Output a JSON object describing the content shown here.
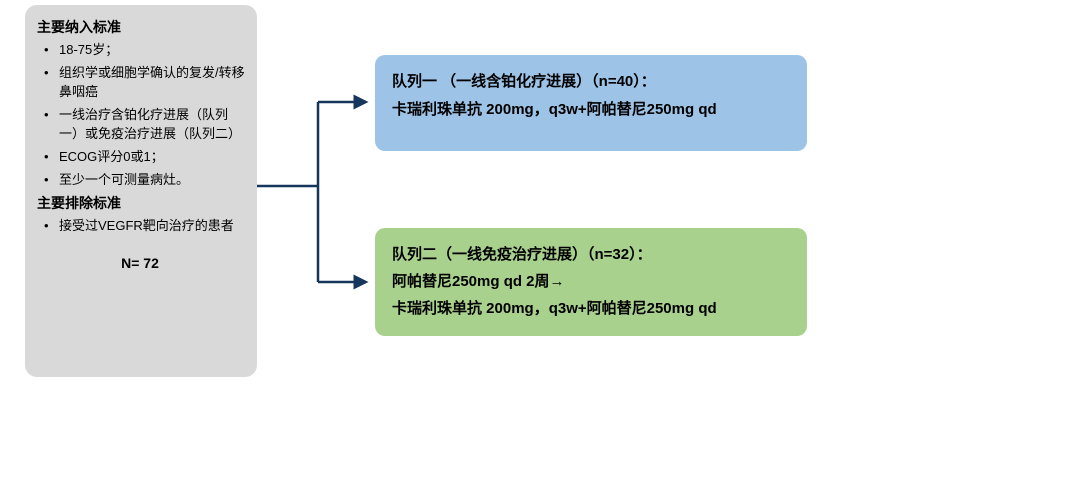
{
  "diagram": {
    "criteria": {
      "inclusion_header": "主要纳入标准",
      "inclusion_items": [
        "18-75岁；",
        "组织学或细胞学确认的复发/转移鼻咽癌",
        "一线治疗含铂化疗进展（队列一）或免疫治疗进展（队列二）",
        "ECOG评分0或1；",
        "至少一个可测量病灶。"
      ],
      "exclusion_header": "主要排除标准",
      "exclusion_items": [
        "接受过VEGFR靶向治疗的患者"
      ],
      "sample_size": "N= 72"
    },
    "cohort1": {
      "title": "队列一 （一线含铂化疗进展）（n=40）：",
      "regimen": "卡瑞利珠单抗 200mg，q3w+阿帕替尼250mg qd"
    },
    "cohort2": {
      "title": "队列二（一线免疫治疗进展）（n=32）：",
      "lead_in": "阿帕替尼250mg qd 2周→",
      "regimen": "卡瑞利珠单抗 200mg，q3w+阿帕替尼250mg qd"
    },
    "colors": {
      "criteria_bg": "#D9D9D9",
      "cohort1_bg": "#9DC3E6",
      "cohort2_bg": "#A9D18E",
      "arrow": "#17365D",
      "text": "#000000"
    }
  }
}
